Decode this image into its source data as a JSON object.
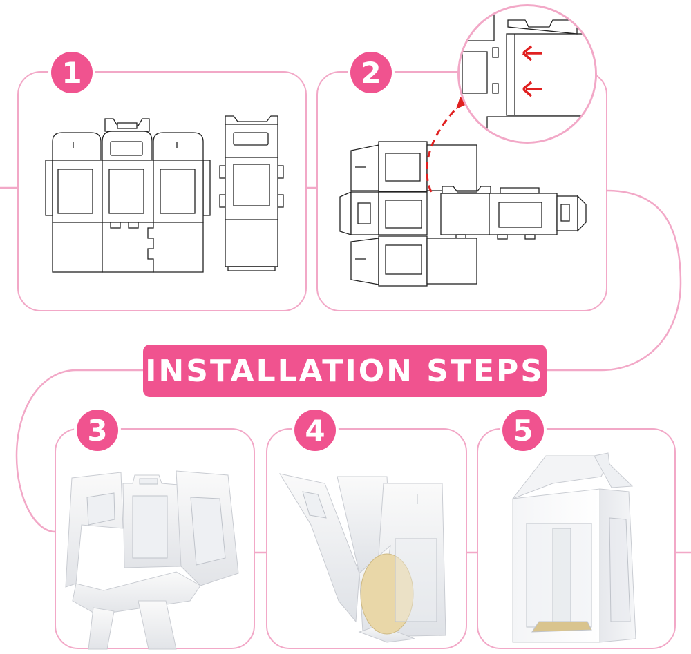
{
  "header": {
    "title": "INSTALLATION STEPS"
  },
  "steps": [
    {
      "number": "1"
    },
    {
      "number": "2"
    },
    {
      "number": "3"
    },
    {
      "number": "4"
    },
    {
      "number": "5"
    }
  ],
  "colors": {
    "accent": "#f0538f",
    "frame": "#f2a8c7",
    "arrow": "#e02020",
    "line": "#222222"
  },
  "icons": {
    "callout_arrows": "arrow-left-icon",
    "dashed_pointer": "dashed-arrow-icon"
  }
}
